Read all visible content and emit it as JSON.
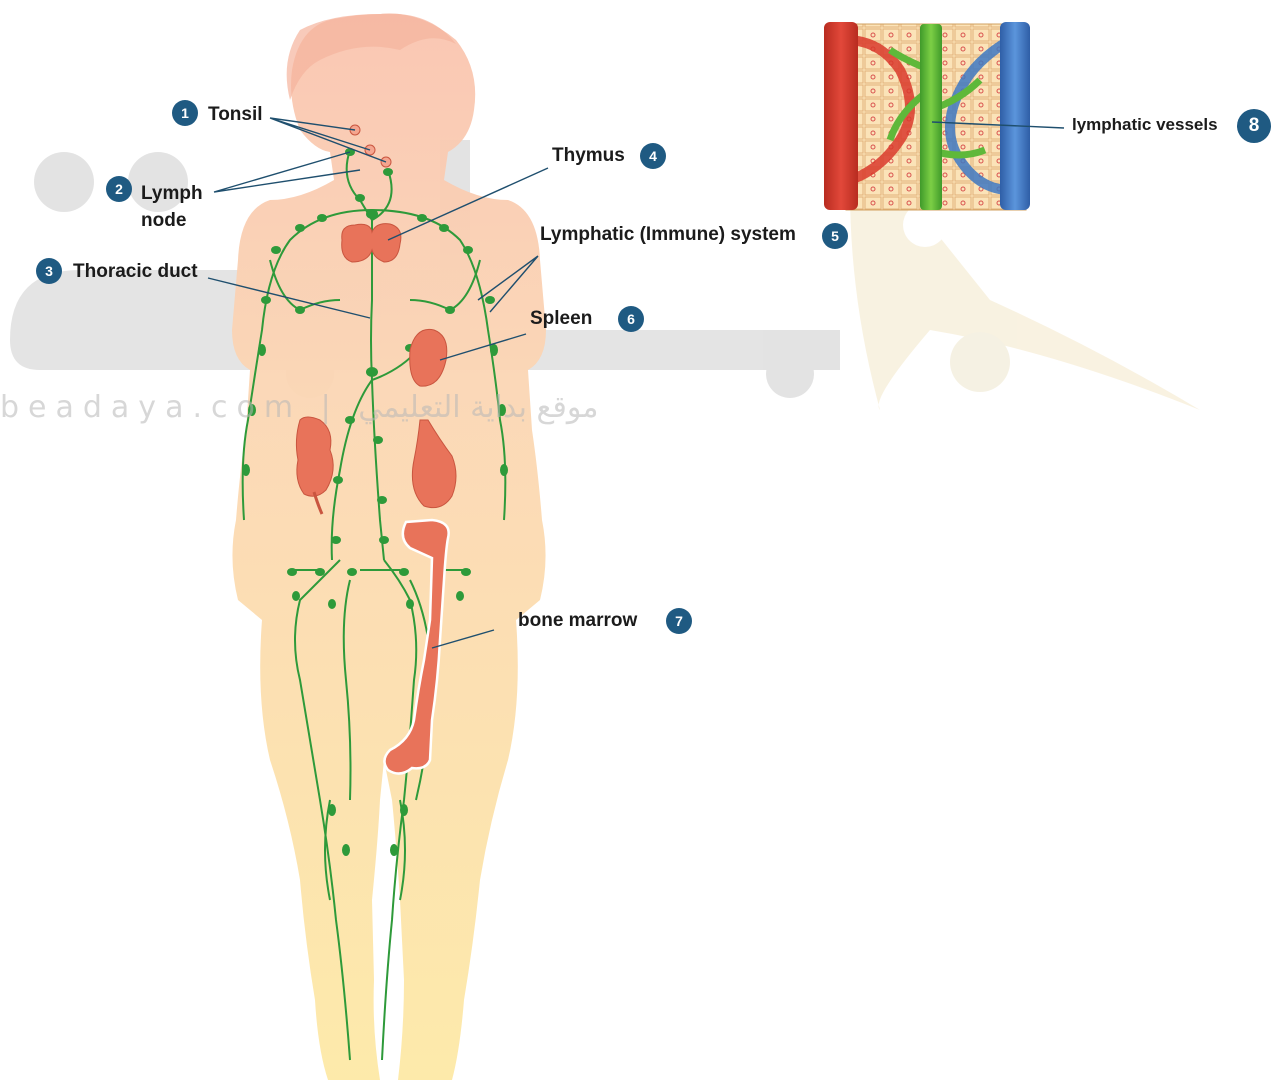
{
  "labels": {
    "tonsil": {
      "number": "1",
      "text": "Tonsil"
    },
    "lymph_node": {
      "number": "2",
      "text_line1": "Lymph",
      "text_line2": "node"
    },
    "thoracic_duct": {
      "number": "3",
      "text": "Thoracic duct"
    },
    "thymus": {
      "number": "4",
      "text": "Thymus"
    },
    "lymphatic_system": {
      "number": "5",
      "text": "Lymphatic (Immune) system"
    },
    "spleen": {
      "number": "6",
      "text": "Spleen"
    },
    "bone_marrow": {
      "number": "7",
      "text": "bone marrow"
    },
    "lymphatic_vessels": {
      "number": "8",
      "text": "lymphatic vessels"
    }
  },
  "watermark": {
    "url_text": "beadaya.com | موقع بداية التعليمي"
  },
  "colors": {
    "badge": "#1f5a82",
    "body_top": "#f9c9b4",
    "body_bottom": "#fde7a8",
    "lymph_green": "#2e9a3a",
    "organ": "#e8735a",
    "artery": "#d93a2b",
    "vein": "#3d78c2",
    "lymph_vessel": "#5fb83a"
  }
}
